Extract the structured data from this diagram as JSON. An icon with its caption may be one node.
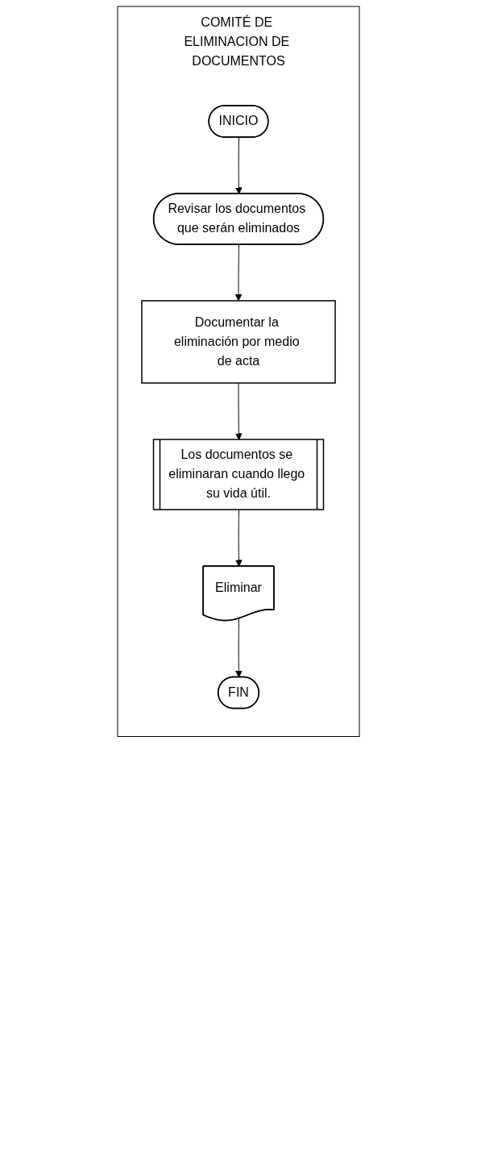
{
  "diagram": {
    "nodes": [
      {
        "text": [
          "COMITÉ DE ELIMINACION DE DOCUMENTOS"
        ]
      },
      {
        "text": [
          "INICIO"
        ],
        "in": 0
      },
      {
        "text": [
          "Revisar los documentos que serán eliminados"
        ],
        "in": 0
      },
      {
        "text": [
          "Documentar la eliminación por medio de acta"
        ],
        "in": 0
      },
      {
        "text": [
          "Los documentos se eliminaran cuando llego su vida útil."
        ],
        "in": 0
      },
      {
        "text": [
          "Eliminar"
        ],
        "in": 0
      },
      {
        "text": [
          "FIN"
        ],
        "in": 0
      }
    ],
    "edges": [
      {
        "from": 1,
        "to": 2,
        "arrow": "to"
      },
      {
        "from": 2,
        "to": 3,
        "arrow": "to"
      },
      {
        "from": 3,
        "to": 4,
        "arrow": "to"
      },
      {
        "from": 4,
        "to": 5,
        "arrow": "to"
      },
      {
        "from": 5,
        "to": 6,
        "arrow": "to"
      }
    ]
  }
}
